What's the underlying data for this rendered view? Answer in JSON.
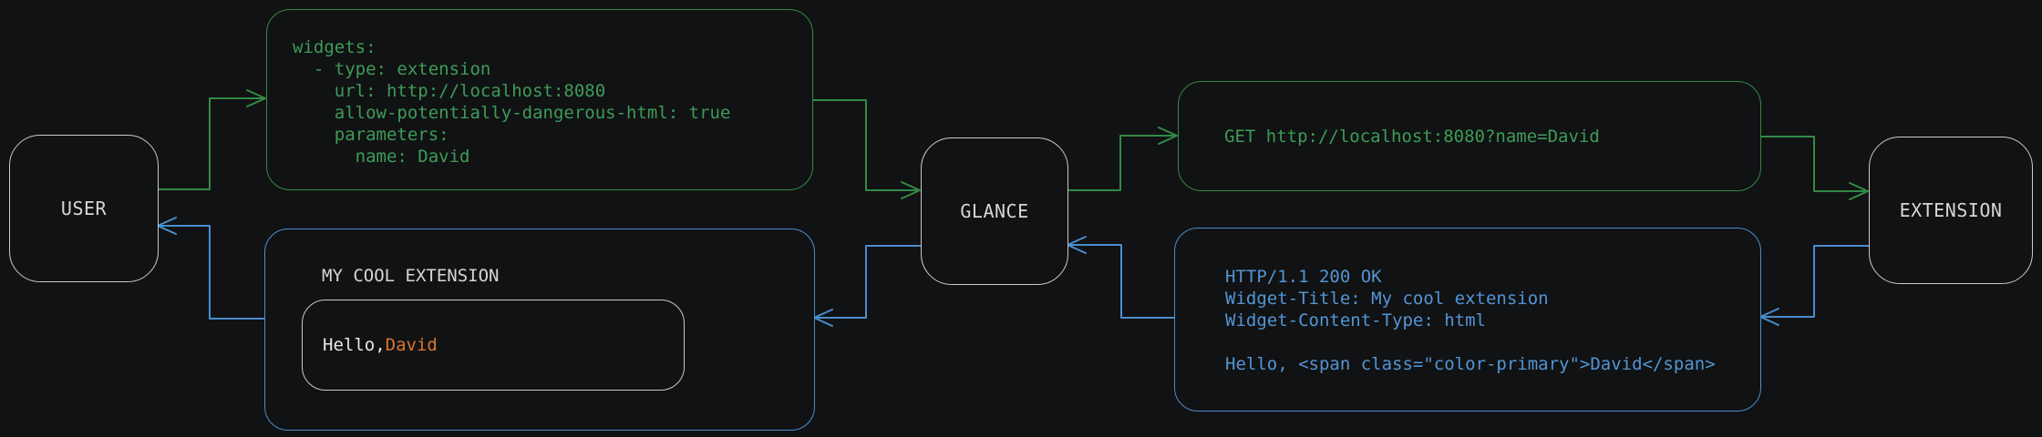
{
  "diagram": {
    "title": "glance-extension-flow",
    "colors": {
      "background": "#111213",
      "request_green": "#338a46",
      "green_text": "#3d9c58",
      "response_blue": "#4a8ecd",
      "blue_text": "#5295d5",
      "node_border_gray": "#c9c9c9",
      "node_text_gray": "#d6d6d6",
      "primary_orange": "#dd7530"
    },
    "nodes": {
      "user": {
        "label": "USER"
      },
      "glance": {
        "label": "GLANCE"
      },
      "extension": {
        "label": "EXTENSION"
      }
    },
    "messages": {
      "config_yaml": "widgets:\n  - type: extension\n    url: http://localhost:8080\n    allow-potentially-dangerous-html: true\n    parameters:\n      name: David",
      "request": "GET http://localhost:8080?name=David",
      "response": "HTTP/1.1 200 OK\nWidget-Title: My cool extension\nWidget-Content-Type: html\n\nHello, <span class=\"color-primary\">David</span>"
    },
    "rendered_widget": {
      "title": "MY COOL EXTENSION",
      "greeting_prefix": "Hello, ",
      "greeting_name": "David"
    },
    "flows": [
      "user-to-config",
      "config-to-glance",
      "glance-to-request",
      "request-to-extension",
      "extension-to-response",
      "response-to-glance",
      "glance-to-widget",
      "widget-to-user"
    ]
  }
}
